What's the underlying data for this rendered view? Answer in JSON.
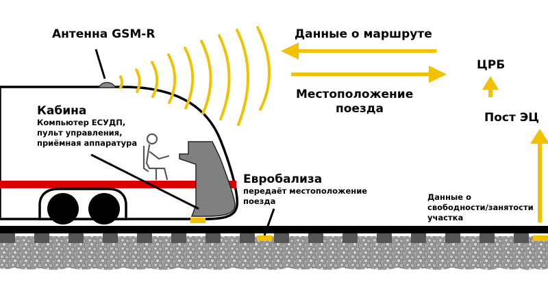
{
  "labels": {
    "antenna": "Антенна GSM-R",
    "route_data": "Данные о маршруте",
    "train_position_line1": "Местоположение",
    "train_position_line2": "поезда",
    "control_center": "ЦРБ",
    "interlocking": "Пост ЭЦ",
    "cabin": "Кабина",
    "cabin_desc_line1": "Компьютер ЕСУДП,",
    "cabin_desc_line2": "пульт управления,",
    "cabin_desc_line3": "приёмная аппаратура",
    "eurobalise": "Евробализа",
    "eurobalise_desc_line1": "передаёт местоположение",
    "eurobalise_desc_line2": "поезда",
    "occupancy_line1": "Данные о",
    "occupancy_line2": "свободности/занятости",
    "occupancy_line3": "участка"
  },
  "colors": {
    "accent_yellow": "#f2c200",
    "stripe_red": "#dd0000",
    "track_black": "#000000",
    "ballast_grey": "#8a8a8a",
    "cab_grey": "#808080"
  }
}
